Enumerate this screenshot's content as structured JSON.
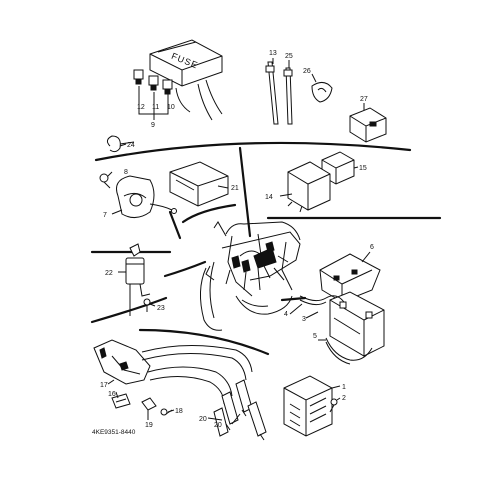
{
  "diagram": {
    "drawing_code": "4KE9351-8440",
    "fuse_box_text": "FUSE",
    "callouts": [
      "1",
      "2",
      "3",
      "4",
      "5",
      "6",
      "7",
      "8",
      "9",
      "10",
      "11",
      "12",
      "13",
      "14",
      "15",
      "16",
      "17",
      "18",
      "19",
      "20",
      "20",
      "21",
      "22",
      "23",
      "24",
      "25",
      "26",
      "27"
    ]
  }
}
